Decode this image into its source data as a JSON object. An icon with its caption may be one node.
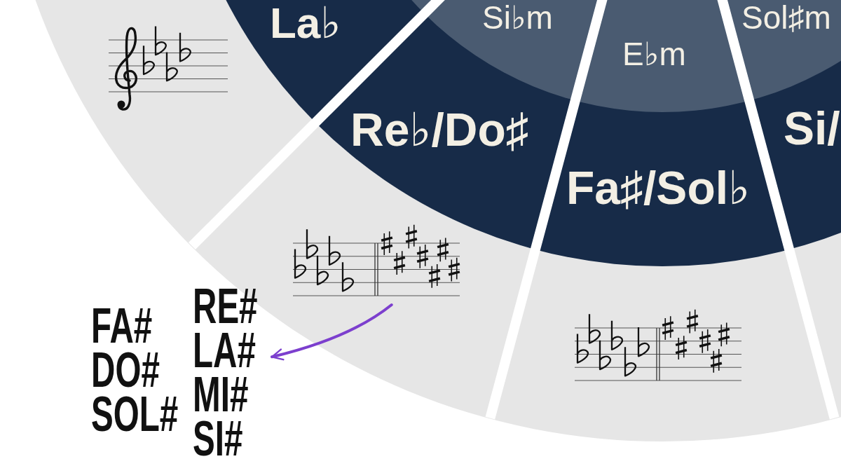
{
  "diagram": {
    "nodes": [
      {
        "text": [
          "La♭"
        ]
      },
      {
        "text": [
          "Si♭m"
        ]
      },
      {
        "text": [
          "Sol♯m"
        ]
      },
      {
        "text": [
          "E♭m"
        ]
      },
      {
        "text": [
          "Re♭/Do♯"
        ]
      },
      {
        "text": [
          "Si/"
        ]
      },
      {
        "text": [
          "Fa♯/Sol♭"
        ]
      },
      {
        "text": [],
        "shape": "picture"
      },
      {
        "text": [
          "RE# LA# MI# SI#"
        ]
      }
    ],
    "edges": [
      {
        "from": 7,
        "to": 8,
        "arrow": "to",
        "color": "#7c3fce"
      }
    ],
    "labels": [
      "FA# DO# SOL#"
    ]
  }
}
